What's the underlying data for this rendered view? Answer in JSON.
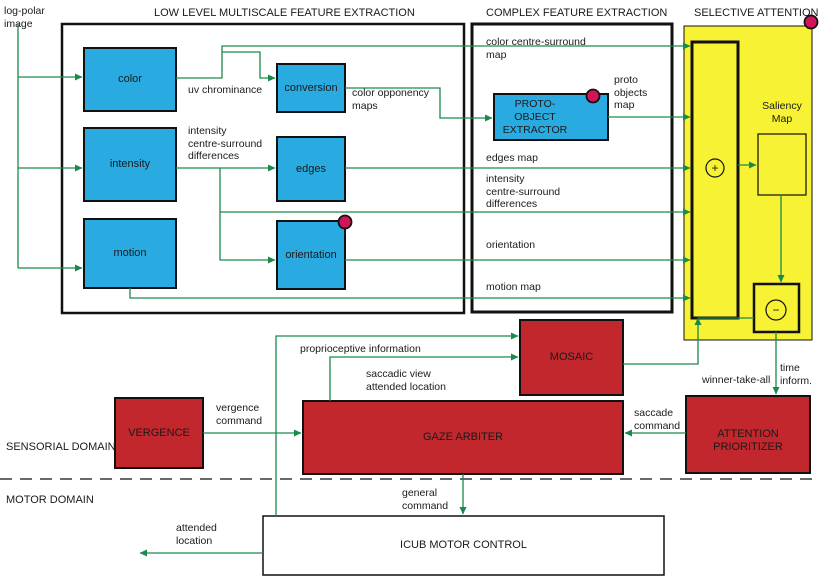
{
  "input_label": "log-polar\nimage",
  "sections": {
    "low_level": "LOW LEVEL MULTISCALE FEATURE EXTRACTION",
    "complex": "COMPLEX FEATURE EXTRACTION",
    "selective": "SELECTIVE ATTENTION"
  },
  "boxes": {
    "color": "color",
    "intensity": "intensity",
    "motion": "motion",
    "conversion": "conversion",
    "edges": "edges",
    "orientation": "orientation",
    "proto_object_extractor": "PROTO-OBJECT\nEXTRACTOR",
    "saliency_map": "Saliency\nMap",
    "sum": "+",
    "minus": "−",
    "mosaic": "MOSAIC",
    "vergence": "VERGENCE",
    "gaze_arbiter": "GAZE ARBITER",
    "attention_prioritizer": "ATTENTION\nPRIORITIZER",
    "icub_motor_control": "ICUB MOTOR CONTROL"
  },
  "labels": {
    "uv_chrominance": "uv chrominance",
    "intensity_diff_left": "intensity\ncentre-surround\ndifferences",
    "color_opponency": "color opponency\nmaps",
    "color_cs_map": "color centre-surround\nmap",
    "proto_objects_map": "proto\nobjects\nmap",
    "edges_map": "edges map",
    "intensity_diff_right": "intensity\ncentre-surround\ndifferences",
    "orientation": "orientation",
    "motion_map": "motion map",
    "proprioceptive": "proprioceptive information",
    "saccadic_view": "saccadic view\nattended location",
    "vergence_command": "vergence\ncommand",
    "saccade_command": "saccade\ncommand",
    "time_inform": "time\ninform.",
    "winner_take_all": "winner-take-all",
    "general_command": "general\ncommand",
    "attended_location": "attended\nlocation"
  },
  "domains": {
    "sensorial": "SENSORIAL DOMAIN",
    "motor": "MOTOR DOMAIN"
  },
  "colors": {
    "feature_box": "#29abe2",
    "attention_panel": "#f7f233",
    "control_box": "#c1272d",
    "arrow": "#1a8a4c",
    "marker": "#d4145a"
  }
}
